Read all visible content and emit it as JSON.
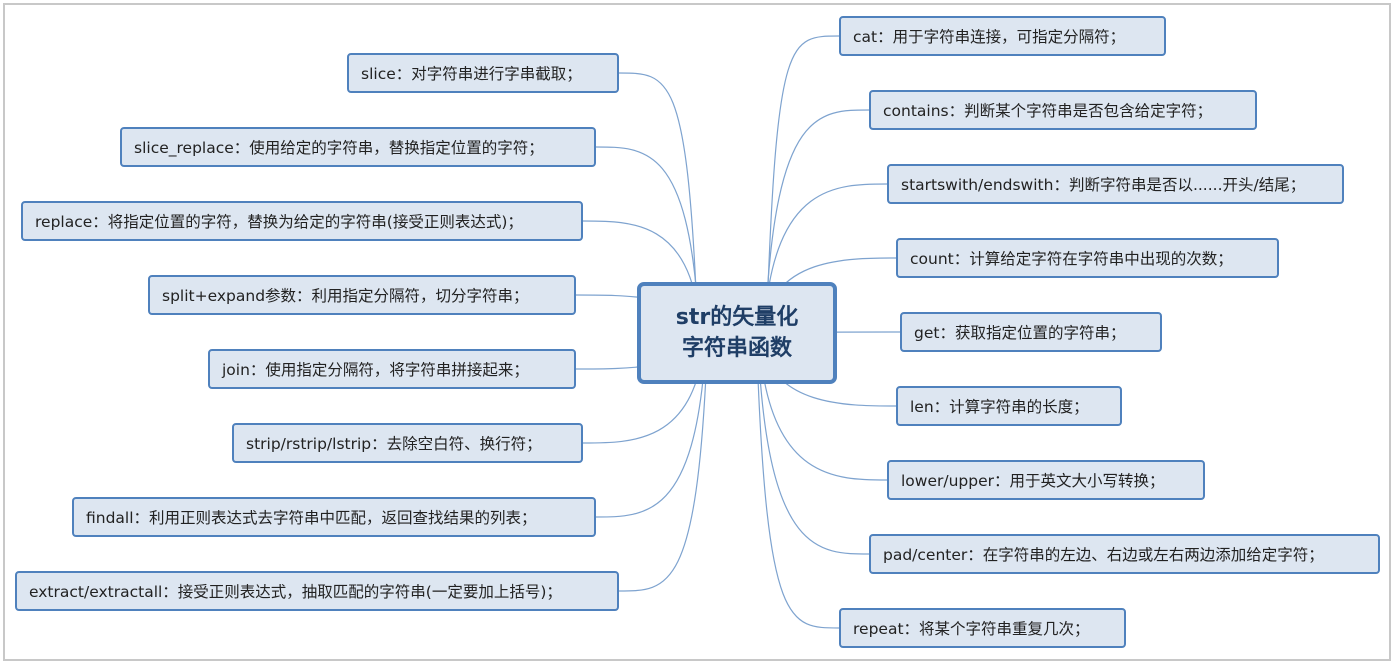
{
  "root": {
    "line1": "str的矢量化",
    "line2": "字符串函数"
  },
  "colors": {
    "node_fill": "#dde6f1",
    "node_border": "#4f81bd",
    "edge": "#7ea3cf",
    "root_text": "#1f3e66"
  },
  "left": [
    {
      "label": "slice：对字符串进行字串截取；"
    },
    {
      "label": "slice_replace：使用给定的字符串，替换指定位置的字符；"
    },
    {
      "label": "replace：将指定位置的字符，替换为给定的字符串(接受正则表达式)；"
    },
    {
      "label": "split+expand参数：利用指定分隔符，切分字符串；"
    },
    {
      "label": "join：使用指定分隔符，将字符串拼接起来；"
    },
    {
      "label": "strip/rstrip/lstrip：去除空白符、换行符；"
    },
    {
      "label": "findall：利用正则表达式去字符串中匹配，返回查找结果的列表；"
    },
    {
      "label": "extract/extractall：接受正则表达式，抽取匹配的字符串(一定要加上括号)；"
    }
  ],
  "right": [
    {
      "label": "cat：用于字符串连接，可指定分隔符；"
    },
    {
      "label": "contains：判断某个字符串是否包含给定字符；"
    },
    {
      "label": "startswith/endswith：判断字符串是否以......开头/结尾；"
    },
    {
      "label": "count：计算给定字符在字符串中出现的次数；"
    },
    {
      "label": "get：获取指定位置的字符串；"
    },
    {
      "label": "len：计算字符串的长度；"
    },
    {
      "label": "lower/upper：用于英文大小写转换；"
    },
    {
      "label": "pad/center：在字符串的左边、右边或左右两边添加给定字符；"
    },
    {
      "label": "repeat：将某个字符串重复几次；"
    }
  ]
}
